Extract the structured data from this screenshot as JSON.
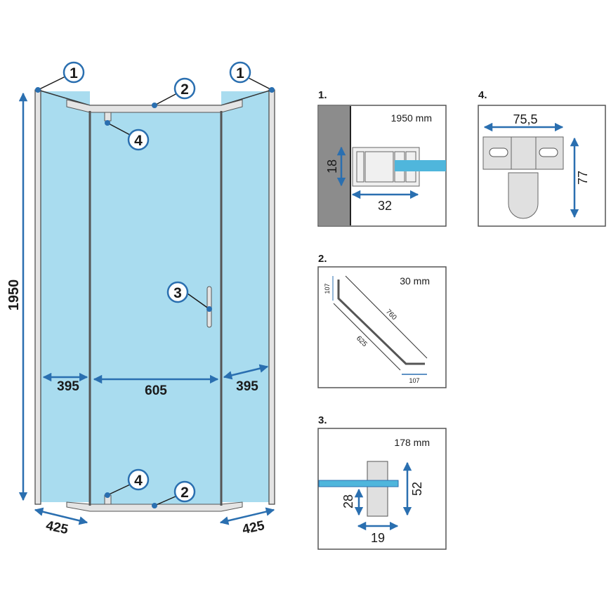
{
  "colors": {
    "glass": "#a9dcef",
    "accent": "#2a6fb0",
    "frame": "#e4e4e4",
    "wall": "#8c8c8c"
  },
  "main_drawing": {
    "callouts": {
      "profile": "1",
      "rail": "2",
      "handle": "3",
      "hinge": "4"
    },
    "dimensions": {
      "height": "1950",
      "side_panel_left": "395",
      "door_width": "605",
      "side_panel_right": "395",
      "base_left": "425",
      "base_right": "425"
    }
  },
  "details": [
    {
      "label": "1.",
      "spec": "1950 mm",
      "dim_a": "18",
      "dim_b": "32"
    },
    {
      "label": "2.",
      "spec": "30 mm",
      "dim_a": "107",
      "dim_b": "760",
      "dim_c": "625",
      "dim_d": "107"
    },
    {
      "label": "3.",
      "spec": "178 mm",
      "dim_a": "52",
      "dim_b": "28",
      "dim_c": "19"
    },
    {
      "label": "4.",
      "dim_a": "75,5",
      "dim_b": "77"
    }
  ]
}
